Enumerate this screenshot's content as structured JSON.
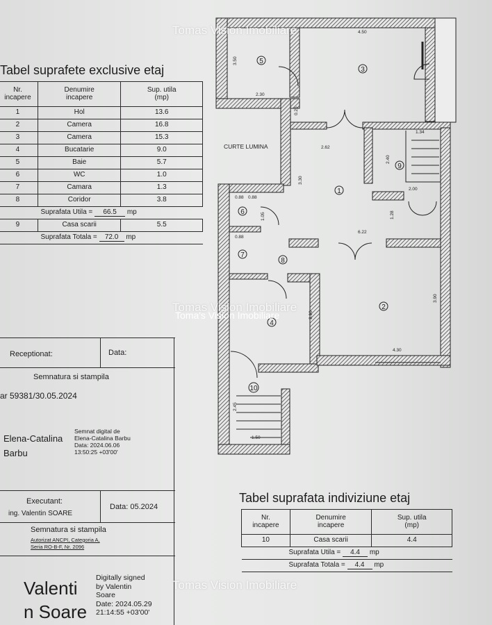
{
  "watermark": "Tomas Vision Imobiliare",
  "center_watermark": "Toma's Vision Imobiliare",
  "table1": {
    "title": "Tabel suprafete exclusive etaj",
    "headers": [
      "Nr.\nincapere",
      "Denumire\nincapere",
      "Sup. utila\n(mp)"
    ],
    "rows": [
      [
        "1",
        "Hol",
        "13.6"
      ],
      [
        "2",
        "Camera",
        "16.8"
      ],
      [
        "3",
        "Camera",
        "15.3"
      ],
      [
        "4",
        "Bucatarie",
        "9.0"
      ],
      [
        "5",
        "Baie",
        "5.7"
      ],
      [
        "6",
        "WC",
        "1.0"
      ],
      [
        "7",
        "Camara",
        "1.3"
      ],
      [
        "8",
        "Coridor",
        "3.8"
      ]
    ],
    "util_label": "Suprafata Utila =",
    "util_value": "66.5",
    "unit": "mp",
    "extra_row": [
      "9",
      "Casa scarii",
      "5.5"
    ],
    "total_label": "Suprafata Totala =",
    "total_value": "72.0"
  },
  "table2": {
    "title": "Tabel suprafata indiviziune etaj",
    "headers": [
      "Nr.\nincapere",
      "Denumire\nincapere",
      "Sup. utila\n(mp)"
    ],
    "row": [
      "10",
      "Casa scarii",
      "4.4"
    ],
    "util_label": "Suprafata Utila =",
    "util_value": "4.4",
    "total_label": "Suprafata Totala =",
    "total_value": "4.4",
    "unit": "mp"
  },
  "stamp": {
    "receptionat": "Receptionat:",
    "data": "Data:",
    "semnatura": "Semnatura si stampila",
    "nr": "ar 59381/30.05.2024",
    "name1": "Elena-Catalina",
    "name2": "Barbu",
    "digital": "Semnat digital de\nElena-Catalina Barbu\nData: 2024.06.06\n13:50:25 +03'00'",
    "executant": "Executant:",
    "executant_name": "ing. Valentin SOARE",
    "data_exec": "Data: 05.2024",
    "semnatura2": "Semnatura si stampila",
    "autorizat": "Autorizat ANCPI, Categoria A,\nSeria RO-B-F, Nr. 2096",
    "big1": "Valenti",
    "big2": "n Soare",
    "digital2": "Digitally signed\nby Valentin\nSoare\nDate: 2024.05.29\n21:14:55 +03'00'"
  },
  "plan": {
    "curte": "CURTE LUMINA",
    "rooms": [
      "1",
      "2",
      "3",
      "4",
      "5",
      "6",
      "7",
      "8",
      "9",
      "10"
    ],
    "dims": [
      "4.50",
      "3.50",
      "2.30",
      "0.25",
      "2.62",
      "3.30",
      "2.40",
      "1.34",
      "2.00",
      "1.28",
      "0.88",
      "0.88",
      "1.05",
      "0.88",
      "6.22",
      "3.90",
      "4.30",
      "3.90",
      "2.45",
      "1.50"
    ]
  }
}
